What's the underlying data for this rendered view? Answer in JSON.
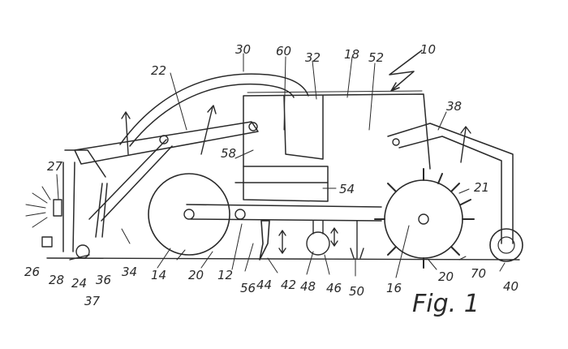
{
  "figure": {
    "caption": "Fig. 1",
    "reference_numerals": {
      "n10": "10",
      "n12": "12",
      "n14": "14",
      "n16": "16",
      "n18": "18",
      "n20a": "20",
      "n20b": "20",
      "n21": "21",
      "n22": "22",
      "n24": "24",
      "n26": "26",
      "n27": "27",
      "n28": "28",
      "n30": "30",
      "n32": "32",
      "n34": "34",
      "n36": "36",
      "n37": "37",
      "n38": "38",
      "n40": "40",
      "n42": "42",
      "n44": "44",
      "n46": "46",
      "n48": "48",
      "n50": "50",
      "n52": "52",
      "n54": "54",
      "n56": "56",
      "n58": "58",
      "n60": "60",
      "n70": "70"
    }
  }
}
